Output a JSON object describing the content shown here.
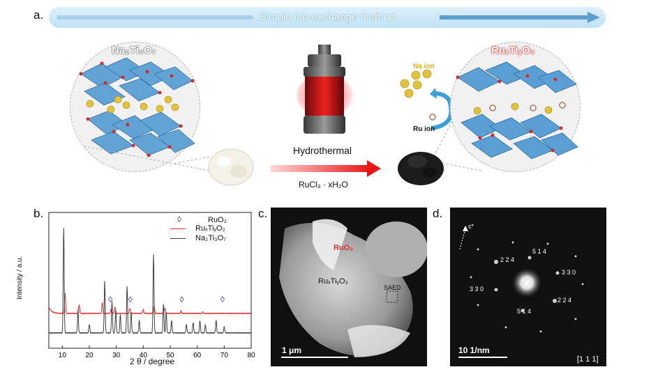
{
  "panel_a": {
    "label": "a.",
    "banner": "Simple ion-exchange method",
    "left_material": "Na₂Ti₃O₇",
    "right_material": "RuₓTiᵧO₂",
    "arrow_top": "Hydrothermal",
    "arrow_bottom": "RuCl₃ · xH₂O",
    "na_ion": "Na ion",
    "ru_ion": "Ru ion"
  },
  "panel_b": {
    "label": "b.",
    "ylabel": "Intensity / a.u.",
    "xlabel": "2 θ / degree",
    "legend": [
      "RuO₂",
      "RuₓTiᵧO₂",
      "Na₂Ti₃O₇"
    ]
  },
  "panel_c": {
    "label": "c.",
    "phase1": "RuO₂",
    "phase2": "RuₓTiᵧO₂",
    "saed": "SAED",
    "scalebar": "1 μm"
  },
  "panel_d": {
    "label": "d.",
    "axis": "c*",
    "spots": [
      "2 2 4",
      "5 1 4",
      "3 3 0",
      "3 3 0",
      "5 1 4",
      "2 2 4"
    ],
    "scalebar": "10 1/nm",
    "zone": "[1 1 1]"
  },
  "chart_data": {
    "type": "line",
    "xlabel": "2 θ / degree",
    "ylabel": "Intensity / a.u.",
    "xlim": [
      5,
      80
    ],
    "xticks": [
      10,
      20,
      30,
      40,
      50,
      60,
      70,
      80
    ],
    "series": [
      {
        "name": "RuₓTiᵧO₂",
        "color": "#e03030",
        "peaks": [
          [
            11.0,
            0.32
          ],
          [
            16.2,
            0.14
          ],
          [
            24.8,
            0.18
          ],
          [
            28.0,
            0.06
          ],
          [
            29.5,
            0.1
          ],
          [
            35.0,
            0.08
          ],
          [
            40.0,
            0.06
          ],
          [
            44.0,
            0.12
          ],
          [
            48.0,
            0.09
          ],
          [
            54.0,
            0.04
          ],
          [
            62.0,
            0.03
          ]
        ]
      },
      {
        "name": "Na₂Ti₃O₇",
        "color": "#404040",
        "peaks": [
          [
            10.5,
            1.0
          ],
          [
            15.8,
            0.22
          ],
          [
            20.0,
            0.08
          ],
          [
            25.7,
            0.5
          ],
          [
            28.4,
            0.3
          ],
          [
            29.8,
            0.22
          ],
          [
            31.5,
            0.18
          ],
          [
            34.0,
            0.45
          ],
          [
            35.5,
            0.2
          ],
          [
            38.5,
            0.12
          ],
          [
            43.8,
            0.75
          ],
          [
            47.5,
            0.28
          ],
          [
            48.5,
            0.2
          ],
          [
            50.5,
            0.12
          ],
          [
            56.0,
            0.08
          ],
          [
            58.5,
            0.1
          ],
          [
            61.0,
            0.12
          ],
          [
            63.0,
            0.08
          ],
          [
            67.0,
            0.12
          ],
          [
            70.0,
            0.06
          ]
        ]
      }
    ],
    "markers": {
      "name": "RuO₂",
      "x": [
        27.8,
        35.2,
        54.3,
        69.4
      ],
      "symbol": "◊",
      "color": "#3b2fa0"
    }
  }
}
